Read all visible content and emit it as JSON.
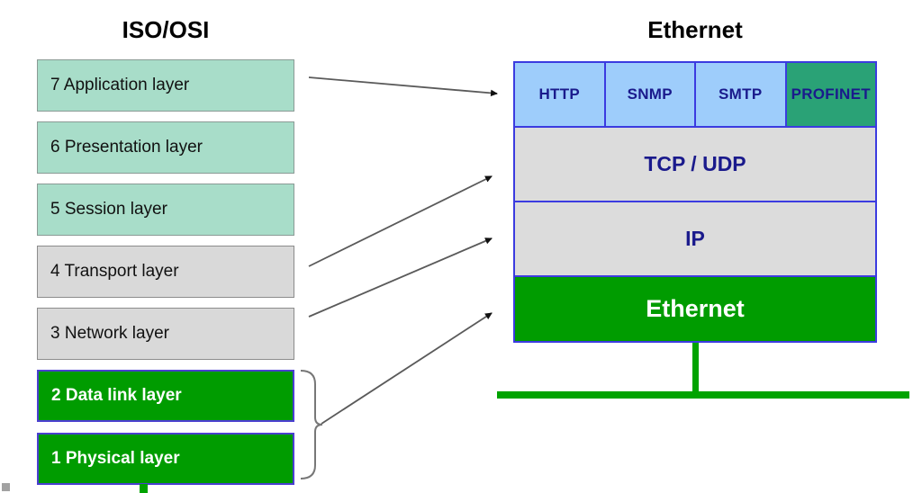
{
  "columns": {
    "left_title": "ISO/OSI",
    "right_title": "Ethernet"
  },
  "osi_layers": [
    {
      "label": "7 Application layer",
      "style": "mint"
    },
    {
      "label": "6 Presentation layer",
      "style": "mint"
    },
    {
      "label": "5 Session layer",
      "style": "mint"
    },
    {
      "label": "4 Transport layer",
      "style": "gray"
    },
    {
      "label": "3 Network layer",
      "style": "gray"
    },
    {
      "label": "2 Data link layer",
      "style": "green"
    },
    {
      "label": "1 Physical layer",
      "style": "green"
    }
  ],
  "ethernet_stack": {
    "applications": [
      {
        "label": "HTTP",
        "style": "blue"
      },
      {
        "label": "SNMP",
        "style": "blue"
      },
      {
        "label": "SMTP",
        "style": "blue"
      },
      {
        "label": "PROFINET",
        "style": "teal"
      }
    ],
    "transport": "TCP / UDP",
    "network": "IP",
    "link": "Ethernet"
  },
  "colors": {
    "mint": "#a8ddc9",
    "gray": "#d9d9d9",
    "green": "#009c00",
    "app_blue": "#9ecdfb",
    "app_teal": "#2aa276",
    "border_blue": "#3b3be0",
    "text_navy": "#1a1a8c",
    "bus_green": "#00a300",
    "arrow_gray": "#595959"
  },
  "connectors": [
    {
      "from_layer": "7 Application layer",
      "to_block": "HTTP / application row"
    },
    {
      "from_layer": "4 Transport layer",
      "to_block": "TCP / UDP"
    },
    {
      "from_layer": "3 Network layer",
      "to_block": "IP"
    },
    {
      "from_layer": "2 Data link layer + 1 Physical layer (bracket)",
      "to_block": "Ethernet"
    }
  ]
}
